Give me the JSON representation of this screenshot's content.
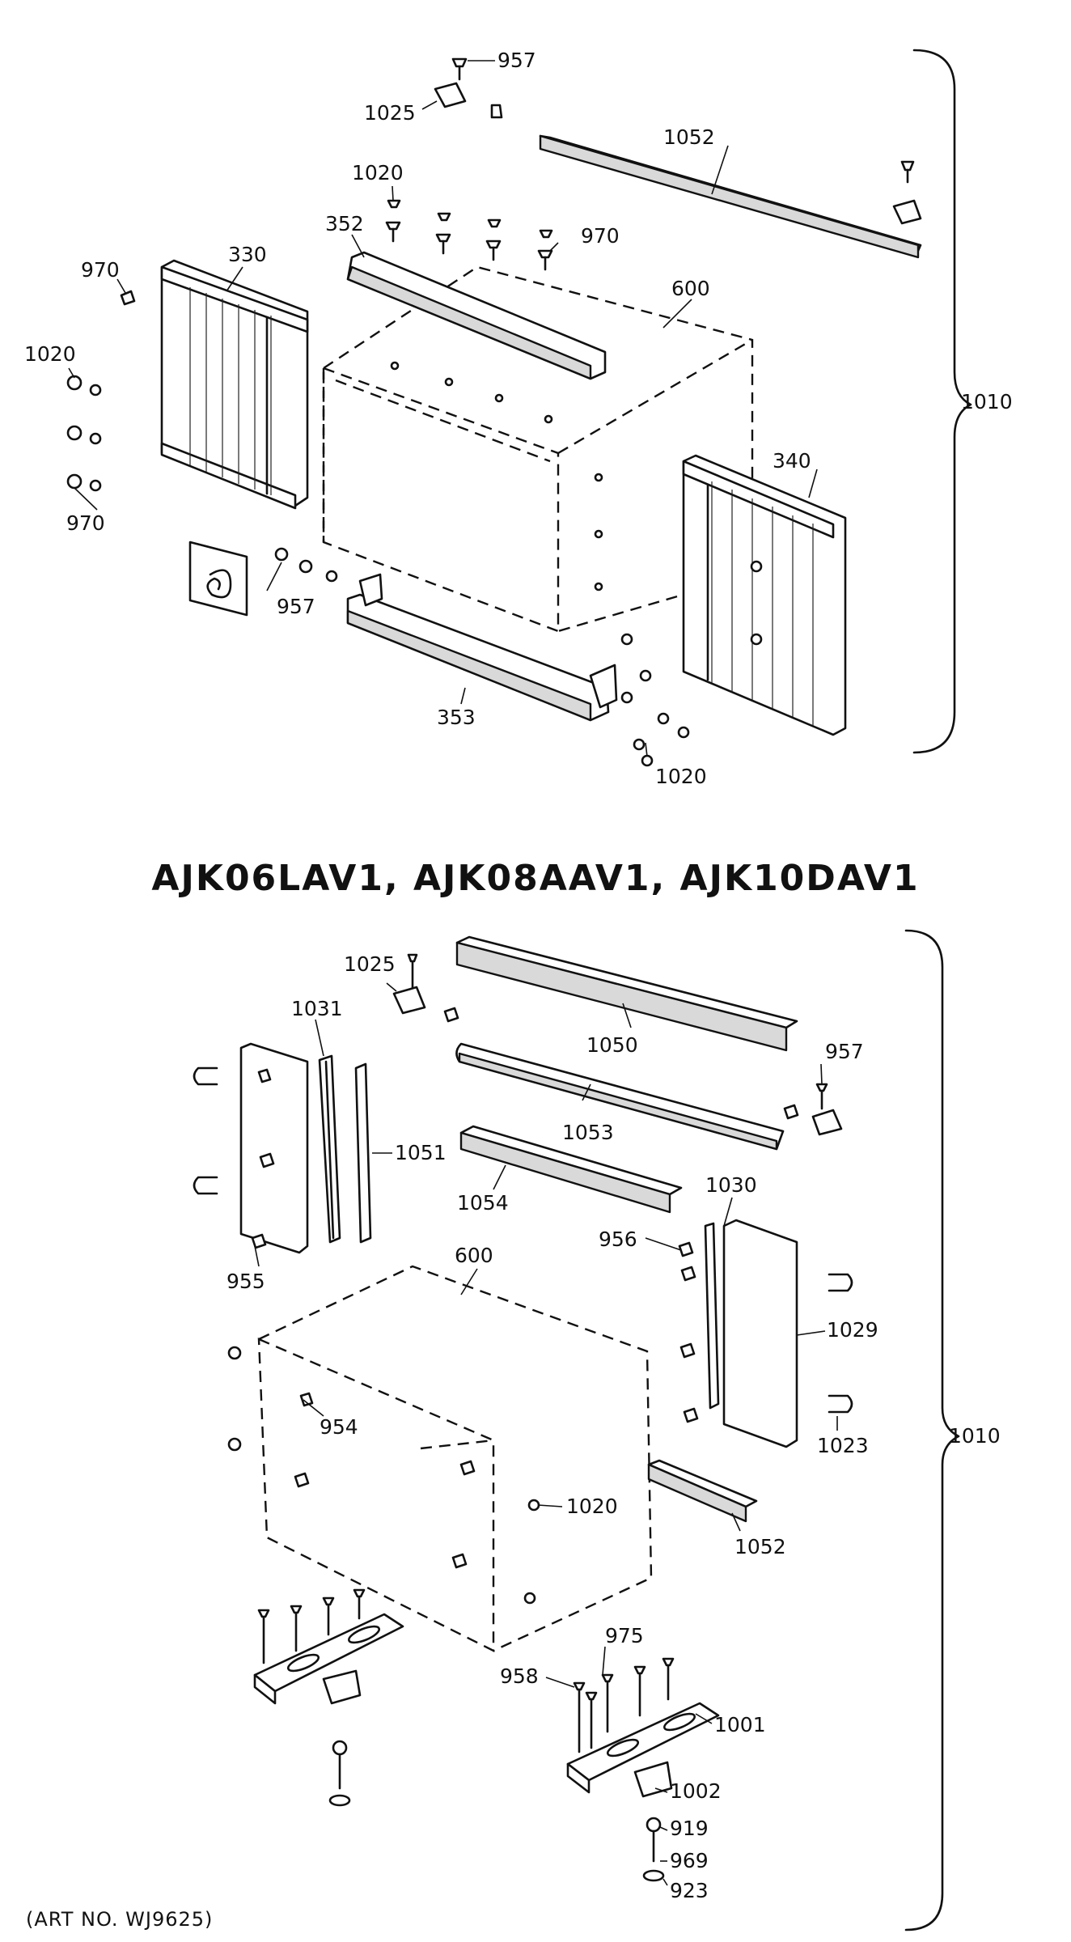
{
  "title": "AJK06LAV1, AJK08AAV1, AJK10DAV1",
  "art_number": "(ART NO. WJ9625)",
  "top_assembly": {
    "bracket_label": "1010",
    "callouts": [
      "957",
      "1025",
      "1052",
      "1020",
      "352",
      "970",
      "330",
      "600",
      "970",
      "1020",
      "970",
      "340",
      "957",
      "353",
      "1020"
    ]
  },
  "bottom_assembly": {
    "bracket_label": "1010",
    "callouts": [
      "1025",
      "1050",
      "957",
      "1031",
      "1051",
      "1053",
      "1054",
      "1030",
      "956",
      "955",
      "600",
      "1029",
      "954",
      "1023",
      "1020",
      "1052",
      "975",
      "958",
      "1001",
      "1002",
      "919",
      "969",
      "923"
    ]
  }
}
